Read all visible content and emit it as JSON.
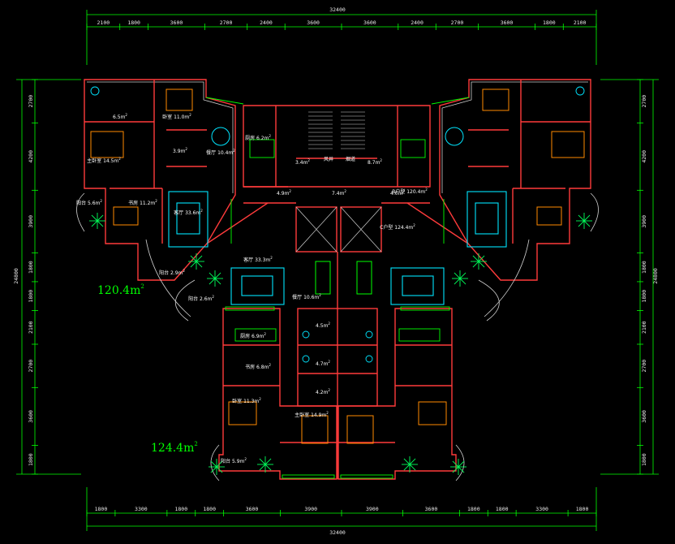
{
  "title": "",
  "colors": {
    "background": "#000000",
    "dimension_line": "#00ff00",
    "wall": "#ff3b3b",
    "wall_inner": "#d0d0d0",
    "furniture_orange": "#ff8a00",
    "furniture_cyan": "#00e5ff",
    "plant": "#00ff5a",
    "text": "#ffffff",
    "area_label": "#00ff00"
  },
  "dimensions": {
    "top_total": "32400",
    "top": [
      "2100",
      "1800",
      "3600",
      "2700",
      "2400",
      "3600",
      "3600",
      "2400",
      "2700",
      "3600",
      "1800",
      "2100"
    ],
    "bottom_total": "32400",
    "bottom": [
      "1800",
      "3300",
      "1800",
      "1800",
      "3600",
      "3900",
      "3900",
      "3600",
      "1800",
      "1800",
      "3300",
      "1800"
    ],
    "left_total": "24800",
    "left": [
      "2700",
      "4200",
      "3900",
      "1800",
      "1800",
      "2100",
      "2700",
      "3600",
      "1800"
    ],
    "right_total": "24800",
    "right": [
      "2700",
      "4200",
      "3900",
      "1800",
      "1800",
      "2100",
      "2700",
      "3600",
      "1800"
    ]
  },
  "areas": {
    "upper": "120.4m",
    "lower": "124.4m",
    "sup": "2"
  },
  "rooms": [
    {
      "label": "6.5m",
      "sup": "2"
    },
    {
      "label": "卧室 11.0m",
      "sup": "2"
    },
    {
      "label": "3.9m",
      "sup": "2"
    },
    {
      "label": "餐厅 10.4m",
      "sup": "2"
    },
    {
      "label": "厨房 6.2m",
      "sup": "2"
    },
    {
      "label": "主卧室 14.5m",
      "sup": "2"
    },
    {
      "label": "阳台 5.6m",
      "sup": "2"
    },
    {
      "label": "书房 11.2m",
      "sup": "2"
    },
    {
      "label": "客厅 33.6m",
      "sup": "2"
    },
    {
      "label": "阳台 2.9m",
      "sup": "2"
    },
    {
      "label": "3.4m",
      "sup": "2"
    },
    {
      "label": "风井",
      "sup": ""
    },
    {
      "label": "烟道",
      "sup": ""
    },
    {
      "label": "8.7m",
      "sup": "2"
    },
    {
      "label": "B户型 120.4m",
      "sup": "2"
    },
    {
      "label": "4.9m",
      "sup": "2"
    },
    {
      "label": "7.4m",
      "sup": "2"
    },
    {
      "label": "4.0m",
      "sup": "2"
    },
    {
      "label": "C户型 124.4m",
      "sup": "2"
    },
    {
      "label": "客厅 33.3m",
      "sup": "2"
    },
    {
      "label": "阳台 2.6m",
      "sup": "2"
    },
    {
      "label": "餐厅 10.6m",
      "sup": "2"
    },
    {
      "label": "厨房 6.9m",
      "sup": "2"
    },
    {
      "label": "4.5m",
      "sup": "2"
    },
    {
      "label": "4.7m",
      "sup": "2"
    },
    {
      "label": "书房 6.8m",
      "sup": "2"
    },
    {
      "label": "4.2m",
      "sup": "2"
    },
    {
      "label": "卧室 11.3m",
      "sup": "2"
    },
    {
      "label": "主卧室 14.9m",
      "sup": "2"
    },
    {
      "label": "阳台 5.9m",
      "sup": "2"
    }
  ]
}
